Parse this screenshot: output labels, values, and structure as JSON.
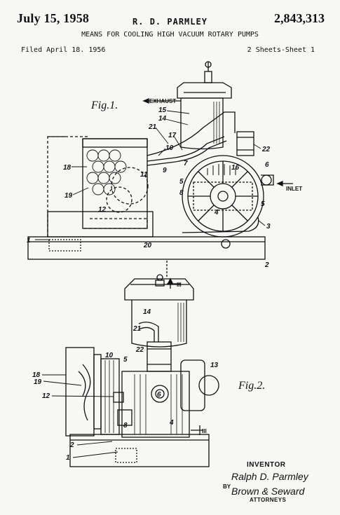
{
  "header": {
    "date": "July 15, 1958",
    "inventor": "R. D. PARMLEY",
    "patent_number": "2,843,313",
    "title": "MEANS FOR COOLING HIGH VACUUM ROTARY PUMPS",
    "filed": "Filed April 18. 1956",
    "sheet": "2 Sheets-Sheet 1"
  },
  "fig1": {
    "label": "Fig.1.",
    "exhaust": "EXHAUST",
    "inlet": "INLET",
    "section_marker": "III",
    "refs": [
      "15",
      "14",
      "21",
      "17",
      "22",
      "10",
      "18",
      "7",
      "16",
      "6",
      "9",
      "11",
      "5",
      "8",
      "19",
      "4",
      "5",
      "12",
      "3",
      "1",
      "20",
      "2"
    ]
  },
  "fig2": {
    "label": "Fig.2.",
    "section_marker": "III",
    "refs": [
      "14",
      "21",
      "22",
      "5",
      "10",
      "13",
      "18",
      "19",
      "6",
      "12",
      "8",
      "4",
      "2",
      "1"
    ]
  },
  "signature": {
    "inventor_label": "INVENTOR",
    "inventor_name": "Ralph D. Parmley",
    "by": "BY",
    "attorney_name": "Brown & Seward",
    "attorneys_label": "ATTORNEYS"
  }
}
